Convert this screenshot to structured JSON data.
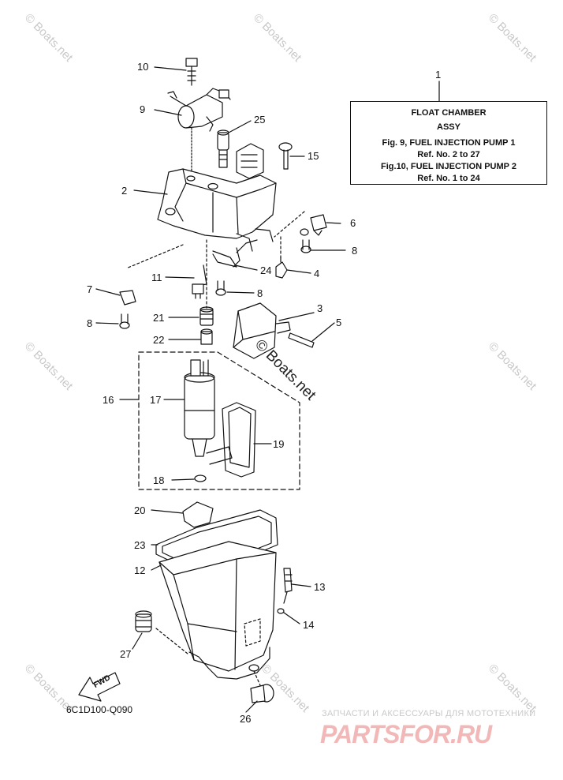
{
  "info_box": {
    "ref": "1",
    "title": "FLOAT CHAMBER",
    "subtitle": "ASSY",
    "line1": "Fig. 9, FUEL INJECTION PUMP 1",
    "line2": "Ref. No. 2 to 27",
    "line3": "Fig.10, FUEL INJECTION PUMP 2",
    "line4": "Ref. No. 1 to 24"
  },
  "callouts": {
    "c10": "10",
    "c9": "9",
    "c25": "25",
    "c15": "15",
    "c2": "2",
    "c6": "6",
    "c8a": "8",
    "c7": "7",
    "c11": "11",
    "c24": "24",
    "c4": "4",
    "c8b": "8",
    "c8c": "8",
    "c3": "3",
    "c5": "5",
    "c21": "21",
    "c22": "22",
    "c16": "16",
    "c17": "17",
    "c19": "19",
    "c18": "18",
    "c20": "20",
    "c23": "23",
    "c12": "12",
    "c13": "13",
    "c14": "14",
    "c27": "27",
    "c26": "26"
  },
  "fwd": "FWD",
  "drawing_code": "6C1D100-Q090",
  "watermark": "© Boats.net",
  "shop": {
    "subtitle": "ЗАПЧАСТИ И АКСЕССУАРЫ ДЛЯ МОТОТЕХНИКИ",
    "logo": "PARTSFOR.RU"
  }
}
